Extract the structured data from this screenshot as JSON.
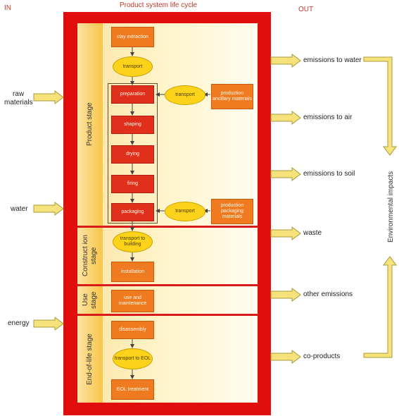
{
  "header": {
    "in": "IN",
    "title": "Product system life cycle",
    "out": "OUT"
  },
  "inputs": {
    "raw_materials": "raw\nmaterials",
    "water": "water",
    "energy": "energy"
  },
  "stages": {
    "product": "Product stage",
    "construction": "Construct ion stage",
    "use": "Use stage",
    "eol": "End-of-life stage"
  },
  "boxes": {
    "clay_extraction": "clay extraction",
    "transport_1": "transport",
    "preparation": "preparation",
    "shaping": "shaping",
    "drying": "drying",
    "firing": "firing",
    "packaging": "packaging",
    "transport_ancillary": "transport",
    "production_ancillary": "production ancillary materials",
    "transport_packaging": "transport",
    "production_packaging": "production packaging materials",
    "transport_building": "transport to building",
    "installation": "installation",
    "use_maintenance": "use and maintenance",
    "disassembly": "disassembly",
    "transport_eol": "transport to EOL",
    "eol_treatment": "EOL treatment"
  },
  "outputs": {
    "emissions_water": "emissions to water",
    "emissions_air": "emissions to air",
    "emissions_soil": "emissions to soil",
    "waste": "waste",
    "other_emissions": "other emissions",
    "co_products": "co-products"
  },
  "env_impacts": "Environmental impacts",
  "colors": {
    "frame": "#e10e0e",
    "arrow": "#f6e27a",
    "oval": "#fcd31a",
    "box": "#f07a1f",
    "box_dark": "#e0301c"
  }
}
